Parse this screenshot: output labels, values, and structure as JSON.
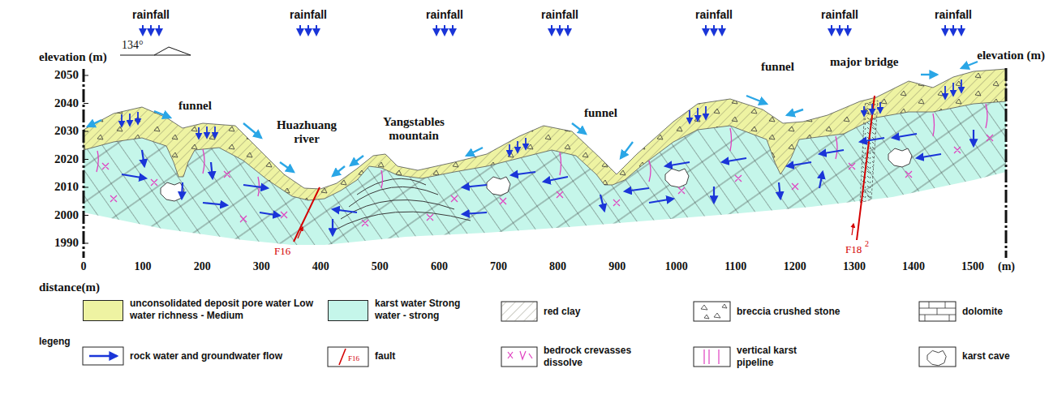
{
  "diagram": {
    "labels": [
      "rainfall",
      "rainfall",
      "rainfall",
      "rainfall",
      "rainfall",
      "rainfall",
      "rainfall",
      "elevation (m)",
      "elevation (m)",
      "134°",
      "2050",
      "2040",
      "2030",
      "2020",
      "2010",
      "2000",
      "1990",
      "0",
      "100",
      "200",
      "300",
      "400",
      "500",
      "600",
      "700",
      "800",
      "900",
      "1000",
      "1100",
      "1200",
      "1300",
      "1400",
      "1500",
      "(m)",
      "distance(m)",
      "funnel",
      "Huazhuang river",
      "Yangstables mountain",
      "funnel",
      "funnel",
      "major bridge",
      "F16",
      "F18",
      "2",
      "legeng",
      "F16"
    ],
    "legend": [
      {
        "text": "unconsolidated deposit pore water Low water richness - Medium",
        "color": "#eef3a2"
      },
      {
        "text": "karst water Strong water - strong",
        "color": "#c5f6ea"
      },
      {
        "text": "red clay"
      },
      {
        "text": "breccia crushed stone"
      },
      {
        "text": "dolomite"
      },
      {
        "text": "rock water and groundwater flow"
      },
      {
        "text": "fault"
      },
      {
        "text": "bedrock crevasses dissolve"
      },
      {
        "text": "vertical karst pipeline"
      },
      {
        "text": "karst cave"
      }
    ]
  }
}
